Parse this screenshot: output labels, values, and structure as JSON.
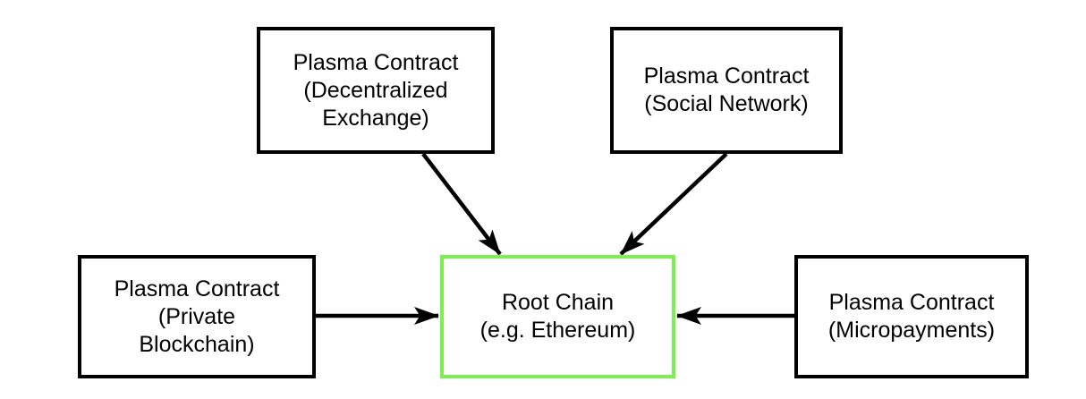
{
  "diagram": {
    "nodes": {
      "decentralized_exchange": {
        "full_label": "Plasma Contract (Decentralized Exchange)",
        "lines": [
          "Plasma Contract",
          "(Decentralized",
          "Exchange)"
        ]
      },
      "social_network": {
        "full_label": "Plasma Contract (Social Network)",
        "lines": [
          "Plasma Contract",
          "(Social Network)"
        ]
      },
      "root_chain": {
        "full_label": "Root Chain (e.g. Ethereum)",
        "lines": [
          "Root Chain",
          "(e.g. Ethereum)"
        ]
      },
      "private_blockchain": {
        "full_label": "Plasma Contract (Private Blockchain)",
        "lines": [
          "Plasma Contract",
          "(Private",
          "Blockchain)"
        ]
      },
      "micropayments": {
        "full_label": "Plasma Contract (Micropayments)",
        "lines": [
          "Plasma Contract",
          "(Micropayments)"
        ]
      }
    },
    "edges": [
      {
        "from": "decentralized_exchange",
        "to": "root_chain",
        "direction": "down-right"
      },
      {
        "from": "social_network",
        "to": "root_chain",
        "direction": "down-left"
      },
      {
        "from": "private_blockchain",
        "to": "root_chain",
        "direction": "right"
      },
      {
        "from": "micropayments",
        "to": "root_chain",
        "direction": "left"
      }
    ],
    "colors": {
      "root_chain_border": "#7CF04E",
      "plasma_contract_border": "#000000",
      "arrow": "#000000",
      "background": "#FFFFFF",
      "text": "#000000"
    }
  }
}
